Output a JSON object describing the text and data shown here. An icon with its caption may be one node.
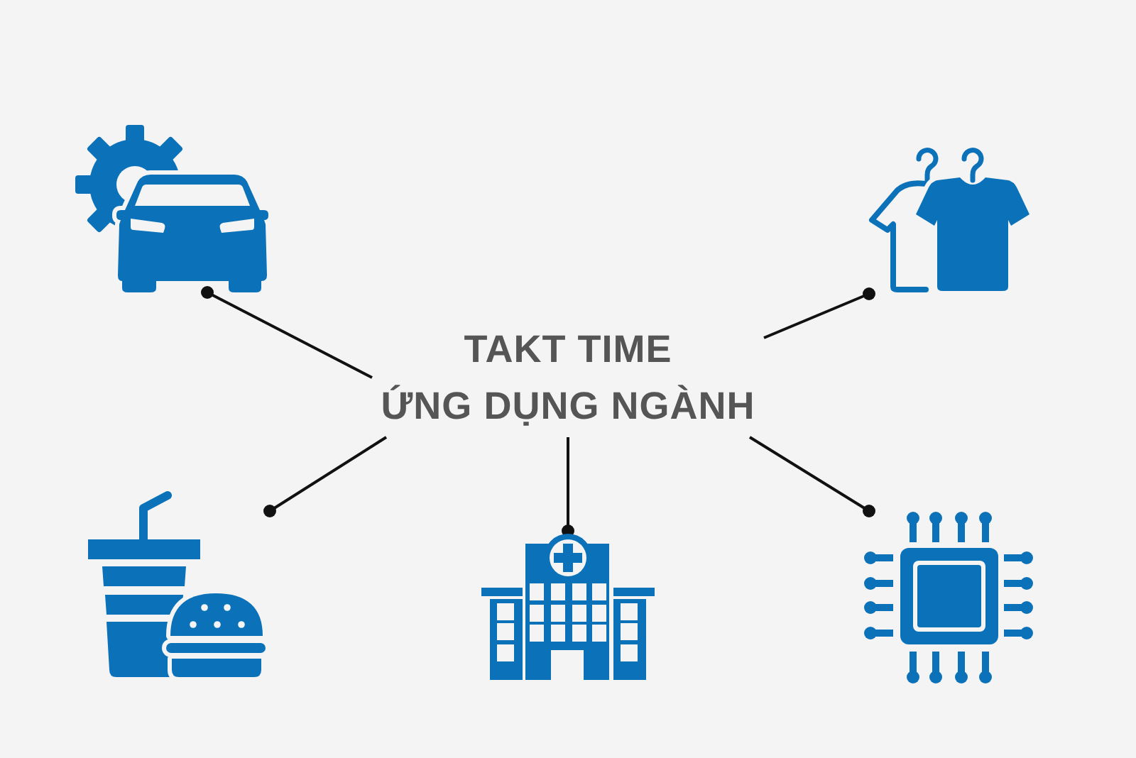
{
  "diagram": {
    "nodes": [
      {
        "text": [],
        "shape": "picture"
      },
      {
        "text": [],
        "shape": "picture"
      },
      {
        "text": [
          "TAKT TIME ỨNG DỤNG NGÀNH"
        ]
      },
      {
        "text": [],
        "shape": "picture"
      },
      {
        "text": [],
        "shape": "picture"
      },
      {
        "text": [],
        "shape": "picture"
      }
    ],
    "edges": [
      {
        "from": 2,
        "to": 0,
        "arrow": "other"
      },
      {
        "from": 2,
        "to": 1,
        "arrow": "other"
      },
      {
        "from": 2,
        "to": 3,
        "arrow": "other"
      },
      {
        "from": 2,
        "to": 4,
        "arrow": "other"
      },
      {
        "from": 2,
        "to": 5,
        "arrow": "other"
      }
    ]
  }
}
